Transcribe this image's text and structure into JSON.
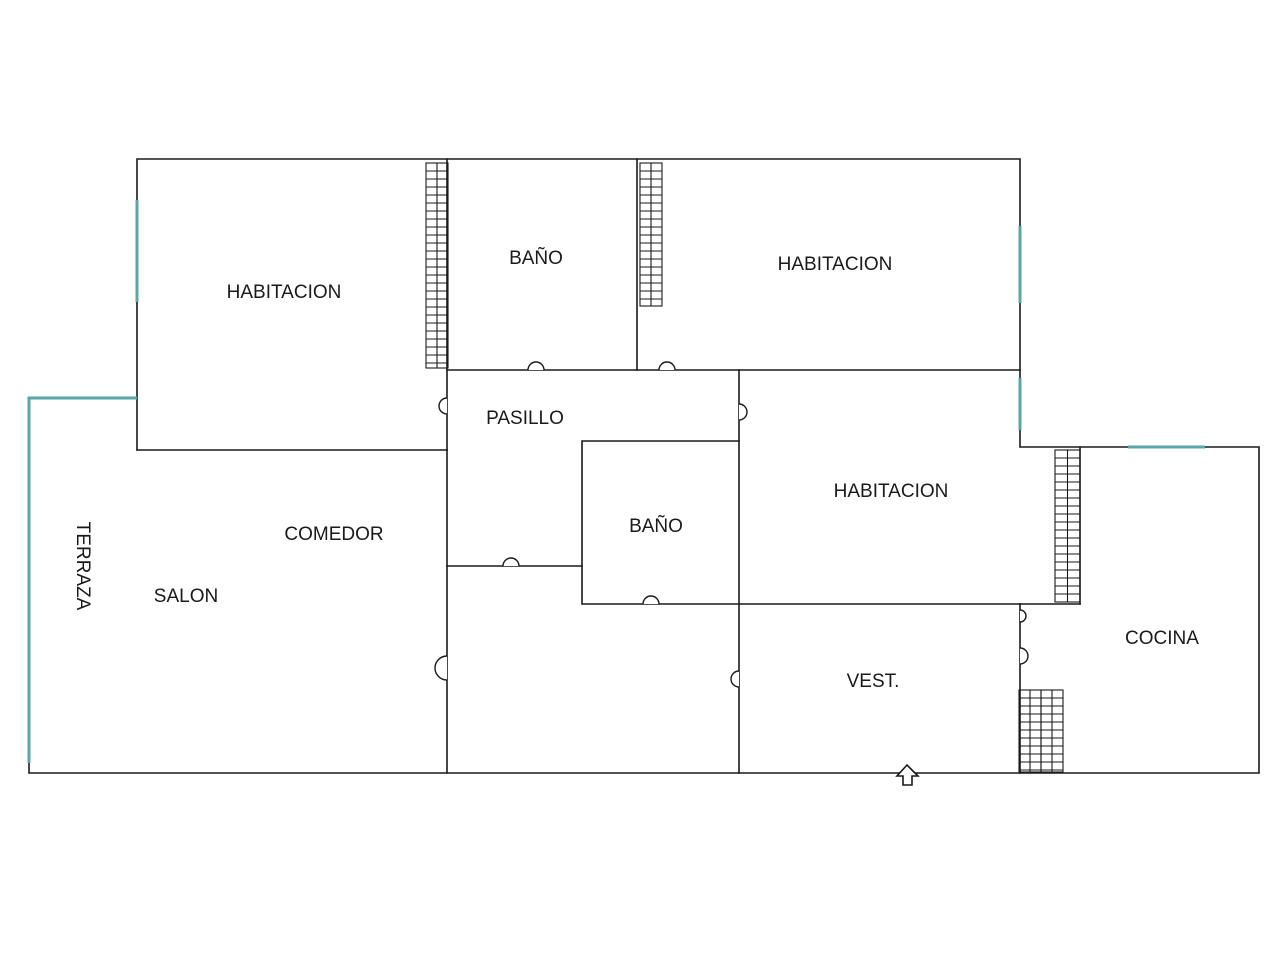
{
  "rooms": {
    "habitacion_1": "HABITACION",
    "bano_1": "BAÑO",
    "habitacion_2": "HABITACION",
    "pasillo": "PASILLO",
    "bano_2": "BAÑO",
    "habitacion_3": "HABITACION",
    "comedor": "COMEDOR",
    "salon": "SALON",
    "terraza": "TERRAZA",
    "cocina": "COCINA",
    "vestibulo": "VEST."
  },
  "colors": {
    "wall": "#1a1a1a",
    "window": "#5aa6a8",
    "background": "#ffffff"
  },
  "icons": {
    "entrance": "entrance-arrow-icon"
  }
}
